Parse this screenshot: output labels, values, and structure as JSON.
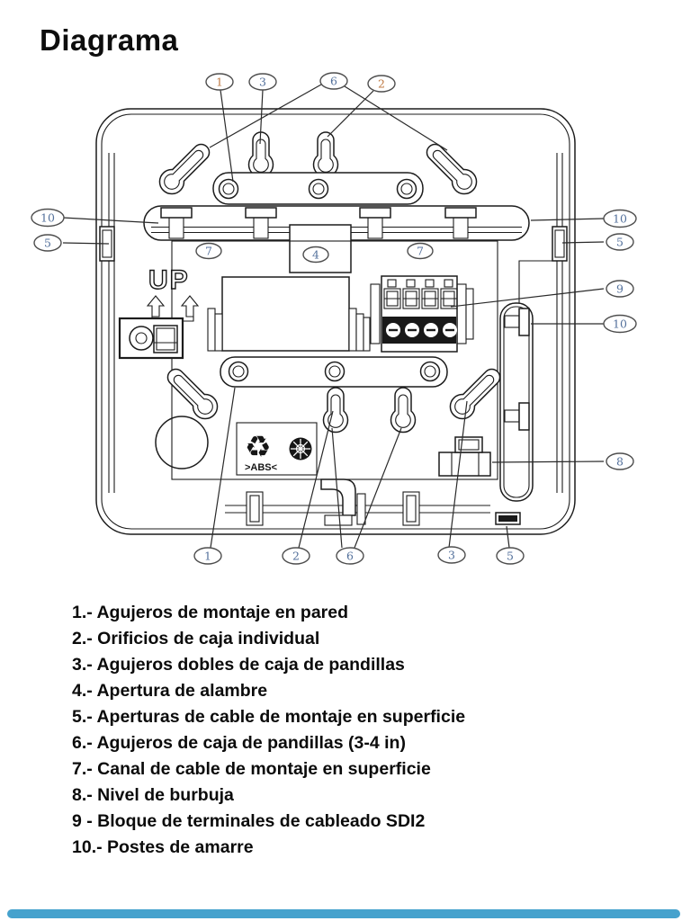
{
  "title": "Diagrama",
  "diagram": {
    "up_label": "UP",
    "abs_label": ">ABS<",
    "recycle_symbol": "♻",
    "callouts": [
      "1",
      "3",
      "6",
      "2",
      "10",
      "5",
      "10",
      "5",
      "9",
      "10",
      "8",
      "7",
      "4",
      "7",
      "1",
      "2",
      "6",
      "3",
      "5"
    ]
  },
  "legend": {
    "items": [
      "1.- Agujeros de montaje en pared",
      "2.- Orificios de caja individual",
      "3.- Agujeros dobles de caja de pandillas",
      "4.- Apertura de alambre",
      "5.- Aperturas de cable de montaje en superficie",
      "6.- Agujeros de caja de pandillas (3-4 in)",
      "7.- Canal de cable de montaje en superficie",
      "8.- Nivel de burbuja",
      "9 - Bloque de terminales de cableado SDI2",
      "10.- Postes de amarre"
    ]
  },
  "colors": {
    "line": "#1c1c1c",
    "callout_blue": "#54719c",
    "callout_orange": "#bf7b45",
    "bottom_bar": "#46a2cd"
  }
}
